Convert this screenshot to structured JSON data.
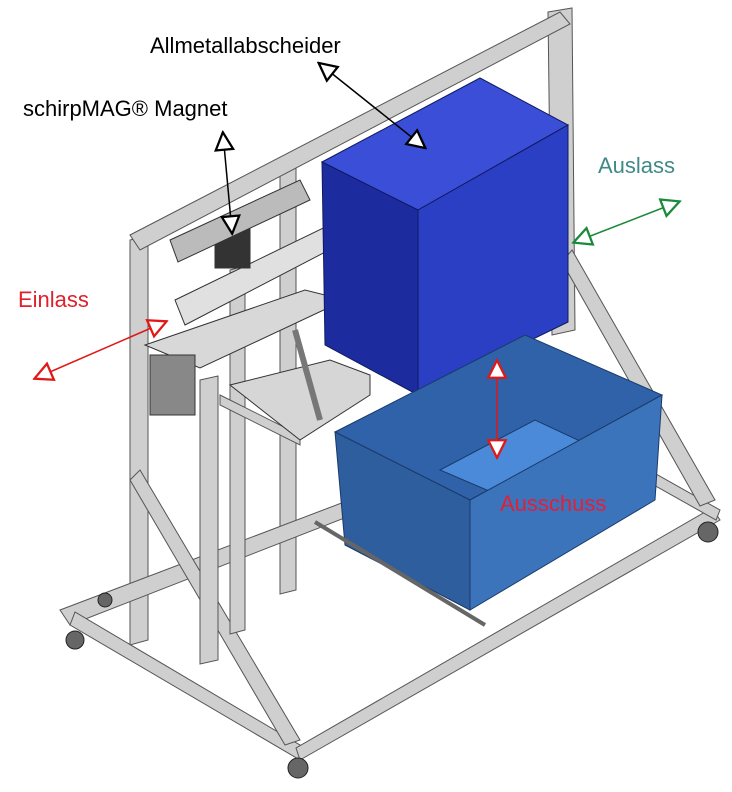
{
  "labels": {
    "separator": "Allmetallabscheider",
    "magnet": "schirpMAG®  Magnet",
    "outlet": "Auslass",
    "inlet": "Einlass",
    "reject": "Ausschuss"
  },
  "colors": {
    "separator_label": "#000000",
    "magnet_label": "#000000",
    "outlet_label": "#3f8a88",
    "inlet_label": "#e0202a",
    "reject_label": "#e0203a",
    "outlet_arrow": "#1a8a3a",
    "inlet_arrow": "#e01818",
    "reject_arrow": "#e01818",
    "cube": "#2a3cc4",
    "tray": "#3a70b8",
    "frame": "#c9c9c9"
  }
}
